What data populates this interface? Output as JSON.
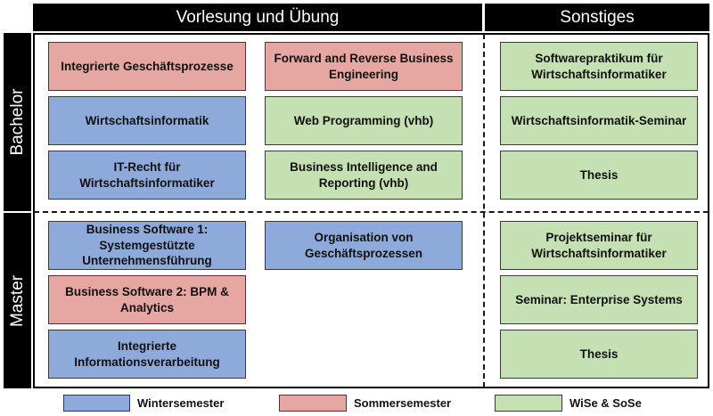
{
  "header": {
    "col_main": "Vorlesung und Übung",
    "col_other": "Sonstiges"
  },
  "rows": {
    "bachelor": "Bachelor",
    "master": "Master"
  },
  "colors": {
    "winter": "#8eaadb",
    "sommer": "#e6a7a3",
    "beide": "#c5e0b3"
  },
  "courses": {
    "bachelor": [
      {
        "label": "Integrierte Geschäftsprozesse",
        "semester": "sommer"
      },
      {
        "label": "Forward and Reverse Business Engineering",
        "semester": "sommer"
      },
      {
        "label": "Softwarepraktikum für Wirtschaftsinformatiker",
        "semester": "beide"
      },
      {
        "label": "Wirtschaftsinformatik",
        "semester": "winter"
      },
      {
        "label": "Web Programming (vhb)",
        "semester": "beide"
      },
      {
        "label": "Wirtschaftsinformatik-Seminar",
        "semester": "beide"
      },
      {
        "label": "IT-Recht für Wirtschaftsinformatiker",
        "semester": "winter"
      },
      {
        "label": "Business Intelligence and Reporting (vhb)",
        "semester": "beide"
      },
      {
        "label": "Thesis",
        "semester": "beide"
      }
    ],
    "master": [
      {
        "label": "Business Software 1: Systemgestützte Unternehmensführung",
        "semester": "winter"
      },
      {
        "label": "Organisation von Geschäftsprozessen",
        "semester": "winter"
      },
      {
        "label": "Projektseminar für Wirtschaftsinformatiker",
        "semester": "beide"
      },
      {
        "label": "Business Software 2: BPM & Analytics",
        "semester": "sommer"
      },
      {
        "label": "Seminar: Enterprise Systems",
        "semester": "beide"
      },
      {
        "label": "Integrierte Informationsverarbeitung",
        "semester": "winter"
      },
      {
        "label": "Thesis",
        "semester": "beide"
      }
    ]
  },
  "legend": [
    {
      "label": "Wintersemester",
      "semester": "winter"
    },
    {
      "label": "Sommersemester",
      "semester": "sommer"
    },
    {
      "label": "WiSe & SoSe",
      "semester": "beide"
    }
  ]
}
